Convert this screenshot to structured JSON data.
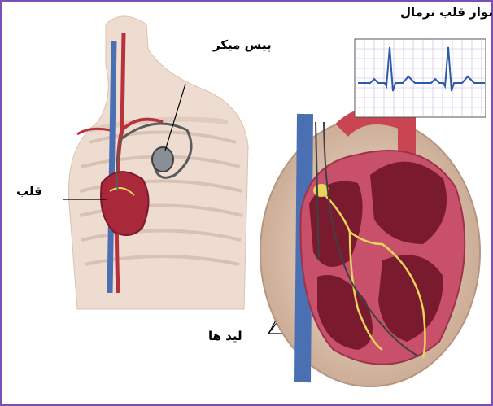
{
  "labels": {
    "ecg_title": "نوار قلب نرمال",
    "pacemaker": "پیس میکر",
    "heart": "قلب",
    "leads": "لید ها"
  },
  "colors": {
    "frame": "#7a4fb8",
    "ecg_trace": "#2c5aa8",
    "ecg_grid": "#c9b3de",
    "muscle": "#c9506a",
    "chamber": "#7a1a2e",
    "vein": "#4a6fb3",
    "conduction": "#e8d65a",
    "skin": "#e9d8cc"
  }
}
